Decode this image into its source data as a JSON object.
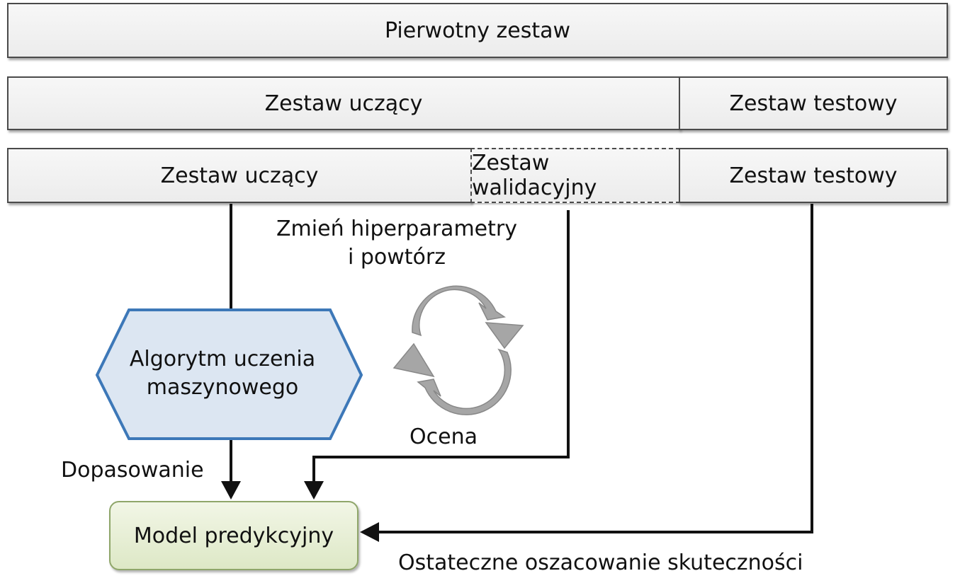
{
  "row1": {
    "full": "Pierwotny zestaw"
  },
  "row2": {
    "train": "Zestaw uczący",
    "test": "Zestaw testowy"
  },
  "row3": {
    "train": "Zestaw uczący",
    "validation": "Zestaw walidacyjny",
    "test": "Zestaw testowy"
  },
  "loop_label": {
    "line1": "Zmień hiperparametry",
    "line2": "i powtórz"
  },
  "algorithm": {
    "line1": "Algorytm uczenia",
    "line2": "maszynowego"
  },
  "evaluation_label": "Ocena",
  "fit_label": "Dopasowanie",
  "model": "Model predykcyjny",
  "final_label": "Ostateczne oszacowanie skuteczności",
  "colors": {
    "hex_fill": "#dce6f2",
    "hex_stroke": "#3d78b8",
    "model_fill": "#e3ecd0",
    "model_stroke": "#8fa66a",
    "cycle_arrow": "#a6a6a6"
  }
}
